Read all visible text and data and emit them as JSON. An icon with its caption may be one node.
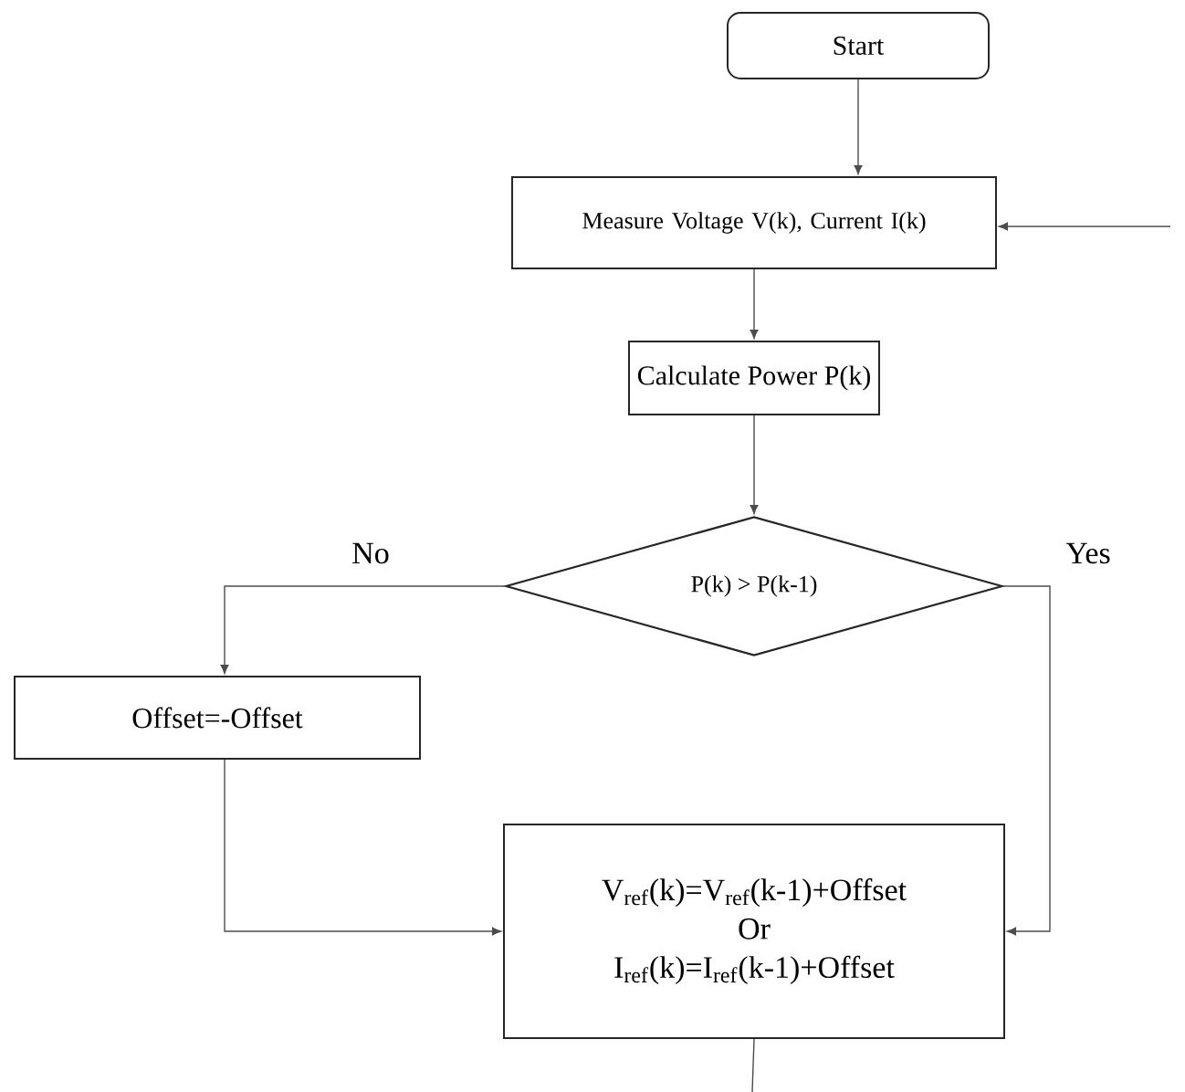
{
  "diagram": {
    "nodes": [
      {
        "text": [
          "Start"
        ]
      },
      {
        "text": [
          "Measure Voltage V(k), Current I(k)"
        ]
      },
      {
        "text": [
          "Calculate Power P(k)"
        ]
      },
      {
        "text": [
          "P(k) > P(k-1)"
        ]
      },
      {
        "text": [
          "Offset=-Offset"
        ]
      },
      {
        "text": [
          "V$_{ref}$(k)=V$_{ref}$(k-1)+Offset",
          "Or",
          "I$_{ref}$(k)=I$_{ref}$(k-1)+Offset"
        ]
      }
    ],
    "edges": [
      {
        "from": 0,
        "to": 1,
        "arrow": "to"
      },
      {
        "from": null,
        "to": 1,
        "arrow": "to"
      },
      {
        "from": 1,
        "to": 2,
        "arrow": "to"
      },
      {
        "from": 2,
        "to": 3,
        "arrow": "to"
      },
      {
        "from": 3,
        "to": 4,
        "arrow": "to",
        "label": "No"
      },
      {
        "from": 3,
        "to": 5,
        "arrow": "to",
        "label": "Yes"
      },
      {
        "from": 4,
        "to": 5,
        "arrow": "to"
      },
      {
        "from": 5,
        "to": null,
        "arrow": "none"
      }
    ]
  }
}
